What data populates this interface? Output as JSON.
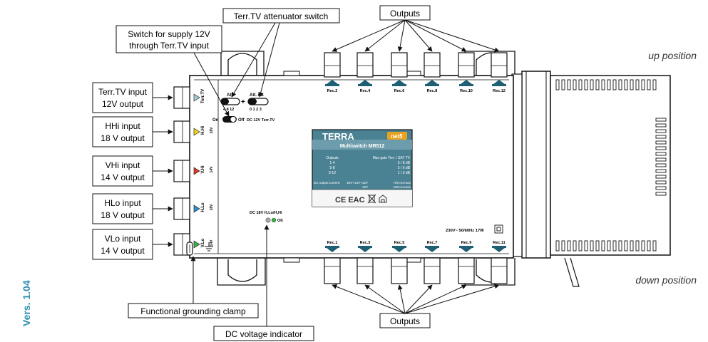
{
  "callouts": {
    "terr_input": [
      "Terr.TV input",
      "12V output"
    ],
    "hhi_input": [
      "HHi input",
      "18 V output"
    ],
    "vhi_input": [
      "VHi input",
      "14 V output"
    ],
    "hlo_input": [
      "HLo input",
      "18 V output"
    ],
    "vlo_input": [
      "VLo input",
      "14 V output"
    ],
    "supply_switch": [
      "Switch for supply 12V",
      "through Terr.TV input"
    ],
    "attenuator_switch": "Terr.TV attenuator switch",
    "outputs_top": "Outputs",
    "outputs_bottom": "Outputs",
    "grounding_clamp": "Functional grounding clamp",
    "dc_indicator": "DC voltage indicator"
  },
  "positions": {
    "up": "up position",
    "down": "down position"
  },
  "version": "Vers. 1.04",
  "device": {
    "brand": "TERRA",
    "badge": "net5",
    "model": "Multiswitch MR512",
    "gain_header_left": "Outputs",
    "gain_header_right": "Max gain Terr. / SAT TV",
    "gain_rows": [
      {
        "outputs": "1-4",
        "gain": "5 / 8 dB"
      },
      {
        "outputs": "5-8",
        "gain": "3 / 6 dB"
      },
      {
        "outputs": "9-12",
        "gain": "1 / 3 dB"
      }
    ],
    "dc_label": "DC output current",
    "dc_row1_v": "18V+14V+12V",
    "dc_row1_i": "700 mAmax",
    "dc_row2_v": "12V",
    "dc_row2_i": "100 mAmax",
    "marks": "CE EAC",
    "input_labels": [
      "Terr.TV",
      "H.Hi",
      "V.Hi",
      "H.Lo",
      "V.Lo"
    ],
    "input_volts": [
      "18V",
      "14V",
      "18V",
      "14V"
    ],
    "att1_label": "Att.",
    "att1_scale": "4 8 12",
    "att2_label": "Att. dB",
    "att2_scale": "0 1 2 3",
    "on_label": "On",
    "off_label": "Off",
    "dc_terr_label": "DC 12V Terr.TV",
    "dc_indicator_label": "DC 18V H,Lo/H,Hi",
    "ok_label": "OK",
    "power_label": "230V~  50/60Hz  17W",
    "outputs_top": [
      "Rec.2",
      "Rec.4",
      "Rec.6",
      "Rec.8",
      "Rec.10",
      "Rec.12"
    ],
    "outputs_bottom": [
      "Rec.1",
      "Rec.3",
      "Rec.5",
      "Rec.7",
      "Rec.9",
      "Rec.11"
    ]
  },
  "colors": {
    "panel": "#4a8294",
    "panel_dark": "#1f5f73",
    "badge": "#e8a21d",
    "version": "#2f8fb0",
    "led": "#3db04a",
    "terr_tri": "#9ecad8",
    "hhi_tri": "#f2d31b",
    "vhi_tri": "#e03a2f",
    "hlo_tri": "#2d8fcc",
    "vlo_tri": "#3db04a"
  }
}
